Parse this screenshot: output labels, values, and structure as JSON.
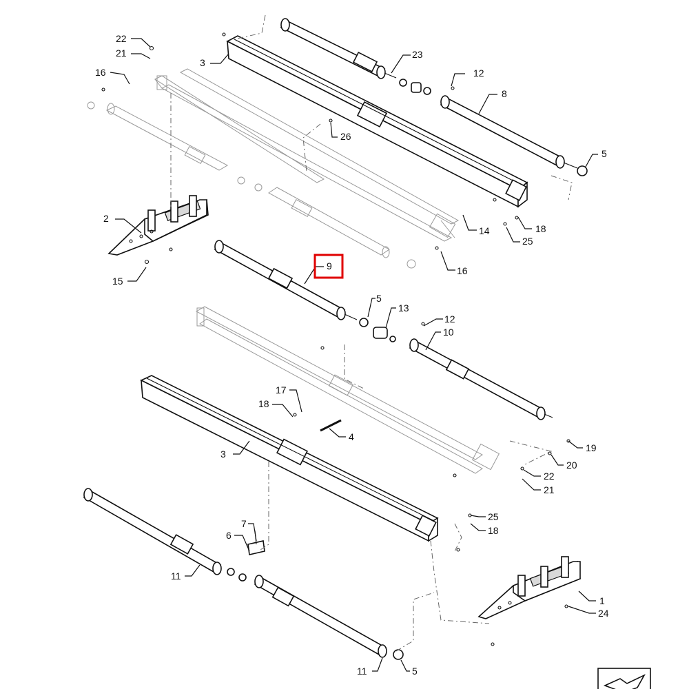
{
  "callouts": [
    {
      "id": "c22a",
      "text": "22"
    },
    {
      "id": "c21a",
      "text": "21"
    },
    {
      "id": "c16a",
      "text": "16"
    },
    {
      "id": "c3a",
      "text": "3"
    },
    {
      "id": "c23",
      "text": "23"
    },
    {
      "id": "c12a",
      "text": "12"
    },
    {
      "id": "c8",
      "text": "8"
    },
    {
      "id": "c26",
      "text": "26"
    },
    {
      "id": "c5a",
      "text": "5"
    },
    {
      "id": "c2",
      "text": "2"
    },
    {
      "id": "c14",
      "text": "14"
    },
    {
      "id": "c18a",
      "text": "18"
    },
    {
      "id": "c25a",
      "text": "25"
    },
    {
      "id": "c15",
      "text": "15"
    },
    {
      "id": "c16b",
      "text": "16"
    },
    {
      "id": "c9",
      "text": "9"
    },
    {
      "id": "c5b",
      "text": "5"
    },
    {
      "id": "c13",
      "text": "13"
    },
    {
      "id": "c12b",
      "text": "12"
    },
    {
      "id": "c10",
      "text": "10"
    },
    {
      "id": "c17",
      "text": "17"
    },
    {
      "id": "c18b",
      "text": "18"
    },
    {
      "id": "c4",
      "text": "4"
    },
    {
      "id": "c3b",
      "text": "3"
    },
    {
      "id": "c19",
      "text": "19"
    },
    {
      "id": "c20",
      "text": "20"
    },
    {
      "id": "c22b",
      "text": "22"
    },
    {
      "id": "c21b",
      "text": "21"
    },
    {
      "id": "c7",
      "text": "7"
    },
    {
      "id": "c6",
      "text": "6"
    },
    {
      "id": "c25b",
      "text": "25"
    },
    {
      "id": "c18c",
      "text": "18"
    },
    {
      "id": "c11a",
      "text": "11"
    },
    {
      "id": "c1",
      "text": "1"
    },
    {
      "id": "c24",
      "text": "24"
    },
    {
      "id": "c11b",
      "text": "11"
    },
    {
      "id": "c5c",
      "text": "5"
    }
  ],
  "highlighted_callout": "9",
  "colors": {
    "line": "#111111",
    "phantom": "#999999",
    "highlight": "#e00000",
    "background": "#ffffff"
  },
  "icons": {
    "corner": "view-arrow-icon"
  }
}
